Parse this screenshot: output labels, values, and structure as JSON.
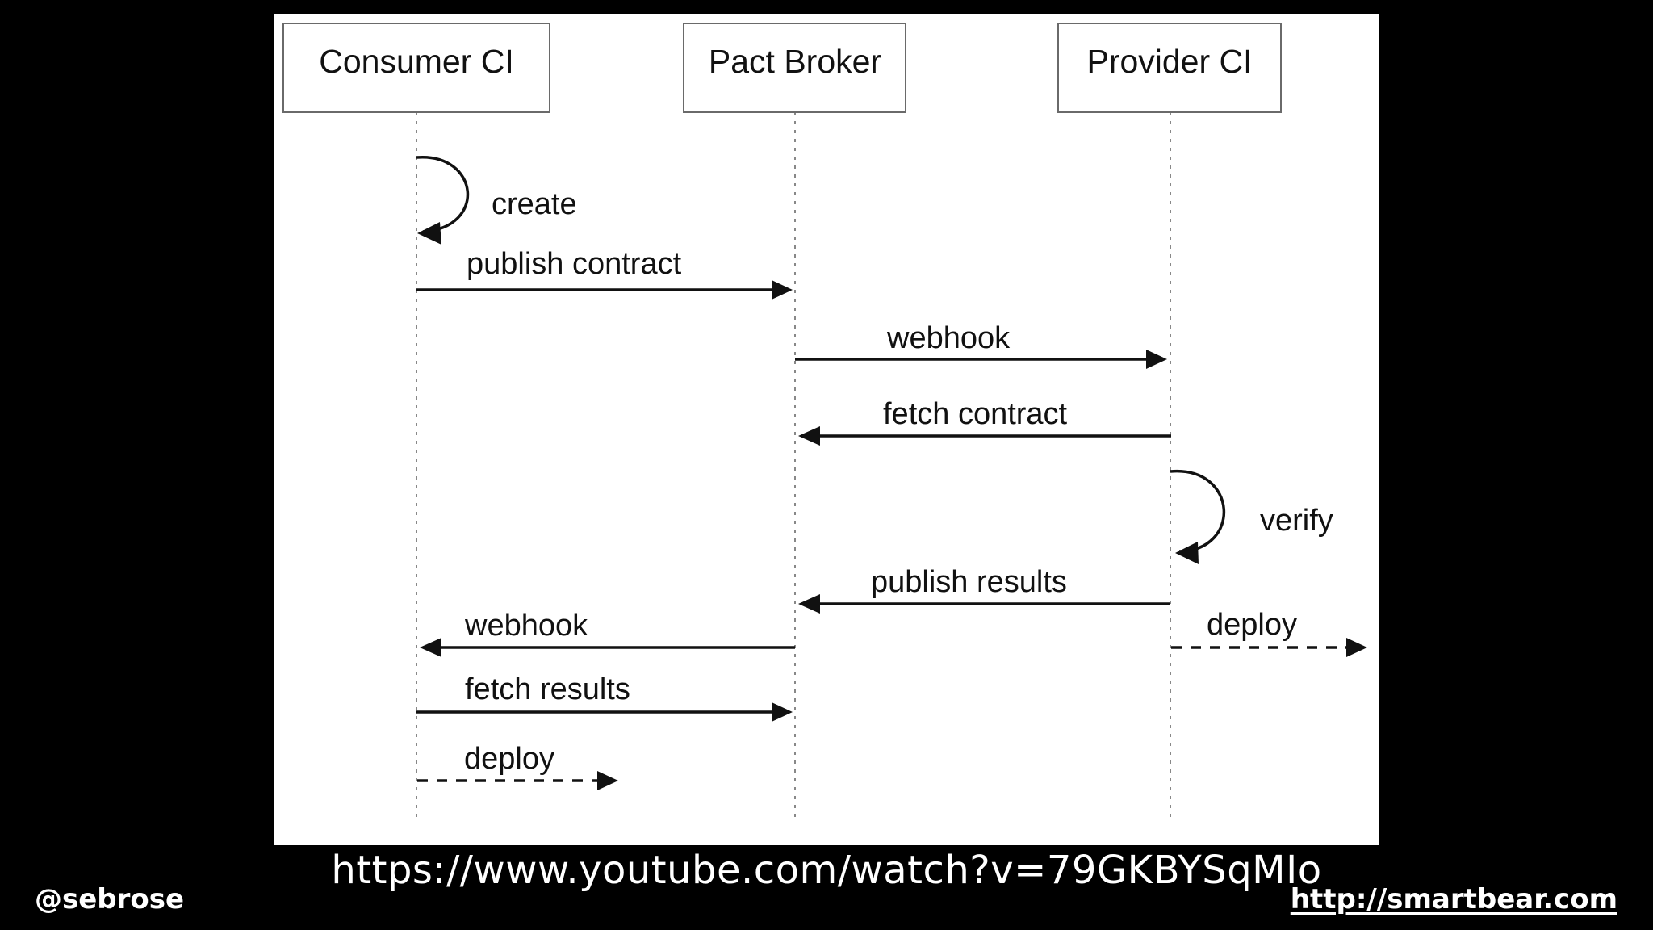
{
  "participants": [
    {
      "id": "consumer",
      "label": "Consumer CI"
    },
    {
      "id": "broker",
      "label": "Pact Broker"
    },
    {
      "id": "provider",
      "label": "Provider CI"
    }
  ],
  "messages": [
    {
      "from": "consumer",
      "to": "consumer",
      "label": "create",
      "style": "self"
    },
    {
      "from": "consumer",
      "to": "broker",
      "label": "publish contract",
      "style": "solid"
    },
    {
      "from": "broker",
      "to": "provider",
      "label": "webhook",
      "style": "solid"
    },
    {
      "from": "provider",
      "to": "broker",
      "label": "fetch contract",
      "style": "solid"
    },
    {
      "from": "provider",
      "to": "provider",
      "label": "verify",
      "style": "self"
    },
    {
      "from": "provider",
      "to": "broker",
      "label": "publish results",
      "style": "solid"
    },
    {
      "from": "provider",
      "to": "out",
      "label": "deploy",
      "style": "dashed"
    },
    {
      "from": "broker",
      "to": "consumer",
      "label": "webhook",
      "style": "solid"
    },
    {
      "from": "consumer",
      "to": "broker",
      "label": "fetch results",
      "style": "solid"
    },
    {
      "from": "consumer",
      "to": "out",
      "label": "deploy",
      "style": "dashed"
    }
  ],
  "footer": {
    "video_url": "https://www.youtube.com/watch?v=79GKBYSqMIo",
    "twitter": "@sebrose",
    "site": "http://smartbear.com"
  },
  "colors": {
    "background": "#000000",
    "panel": "#ffffff",
    "ink": "#111111",
    "lifeline": "#888888"
  }
}
